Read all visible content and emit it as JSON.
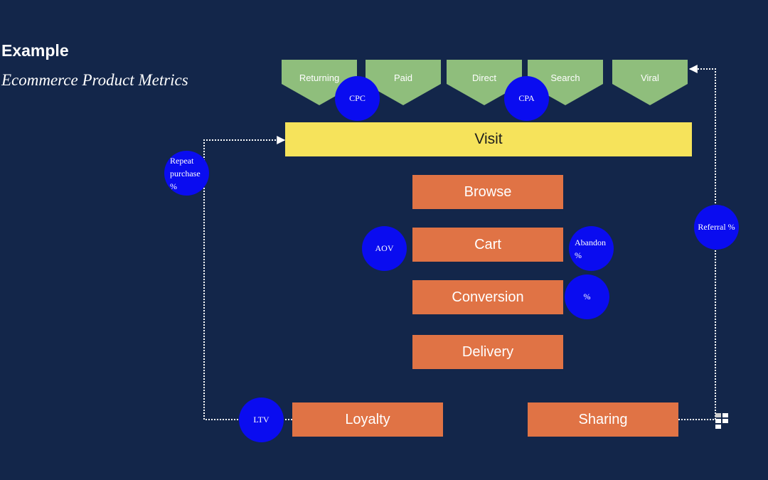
{
  "header": {
    "title": "Example",
    "subtitle": "Ecommerce Product Metrics"
  },
  "channels": [
    "Returning",
    "Paid",
    "Direct",
    "Search",
    "Viral"
  ],
  "visit": "Visit",
  "stages": {
    "browse": "Browse",
    "cart": "Cart",
    "conversion": "Conversion",
    "delivery": "Delivery",
    "loyalty": "Loyalty",
    "sharing": "Sharing"
  },
  "metrics": {
    "cpc": "CPC",
    "cpa": "CPA",
    "repeat_line1": "Repeat",
    "repeat_line2": "purchase %",
    "aov": "AOV",
    "abandon_line1": "Abandon",
    "abandon_line2": "%",
    "conversion_rate": "%",
    "referral": "Referral %",
    "ltv": "LTV"
  },
  "colors": {
    "background": "#13264a",
    "channel": "#8fbe7c",
    "visit": "#f6e35b",
    "stage": "#e07345",
    "metric": "#0a0cf0"
  },
  "icons": {
    "corner": "blocks-icon"
  }
}
